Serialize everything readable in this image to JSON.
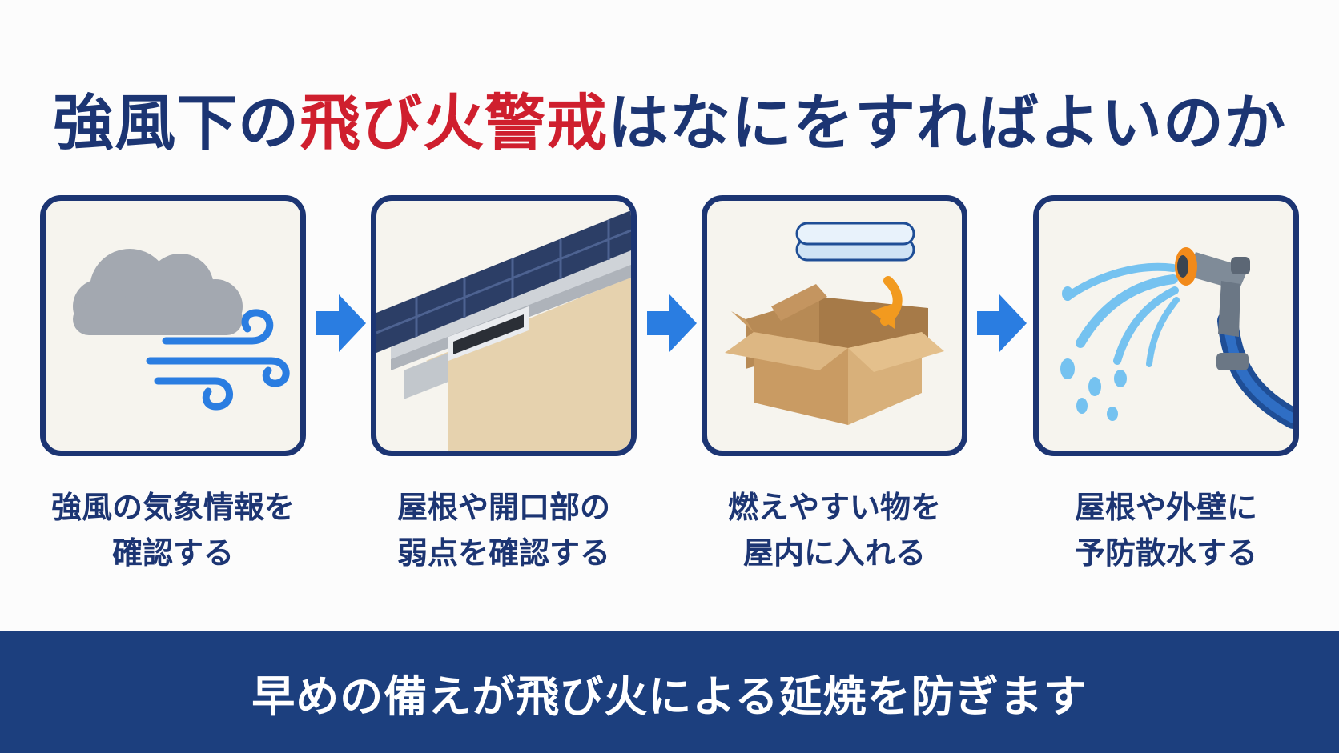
{
  "title": {
    "prefix": "強風下の",
    "highlight": "飛び火警戒",
    "suffix": "はなにをすればよいのか",
    "colors": {
      "text": "#1c3573",
      "highlight": "#cf1f2e"
    }
  },
  "steps": [
    {
      "icon": "wind-cloud-icon",
      "lines": [
        "強風の気象情報を",
        "確認する"
      ]
    },
    {
      "icon": "roof-vent-icon",
      "lines": [
        "屋根や開口部の",
        "弱点を確認する"
      ]
    },
    {
      "icon": "towel-box-icon",
      "lines": [
        "燃えやすい物を",
        "屋内に入れる"
      ]
    },
    {
      "icon": "hose-spray-icon",
      "lines": [
        "屋根や外壁に",
        "予防散水する"
      ]
    }
  ],
  "flow_arrow_icon": "right-arrow-icon",
  "footer": {
    "text": "早めの備えが飛び火による延焼を防ぎます"
  },
  "colors": {
    "navy": "#1c3573",
    "footer_bg": "#1c3f7e",
    "arrow": "#2a7de1",
    "card_bg": "#f6f4ee"
  }
}
